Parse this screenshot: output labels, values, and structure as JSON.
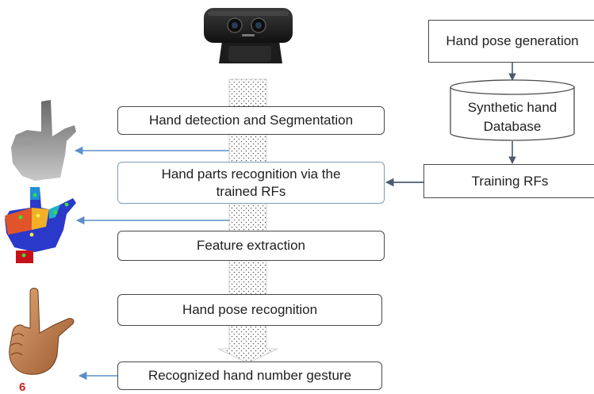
{
  "pipeline": {
    "hand_detection": "Hand detection and Segmentation",
    "hand_parts_line1": "Hand parts recognition via the",
    "hand_parts_line2": "trained RFs",
    "feature_extraction": "Feature extraction",
    "hand_pose_recognition": "Hand pose recognition",
    "recognized_gesture": "Recognized hand number gesture"
  },
  "training": {
    "hand_pose_generation": "Hand pose generation",
    "database_line1": "Synthetic hand",
    "database_line2": "Database",
    "training_rfs": "Training RFs"
  },
  "result": {
    "gesture_number": "6"
  },
  "icons": {
    "camera": "webcam-icon",
    "depth_hand": "depth-hand-image",
    "parts_hand": "labeled-hand-parts-image",
    "gesture_hand": "hand-gesture-six-image"
  },
  "colors": {
    "output_arrow": "#5b8fc9",
    "flow_arrow": "#4d5a6e",
    "box_border": "#4a4a4a",
    "highlight_border": "#7f9bb8",
    "gesture_number": "#d0201b"
  }
}
